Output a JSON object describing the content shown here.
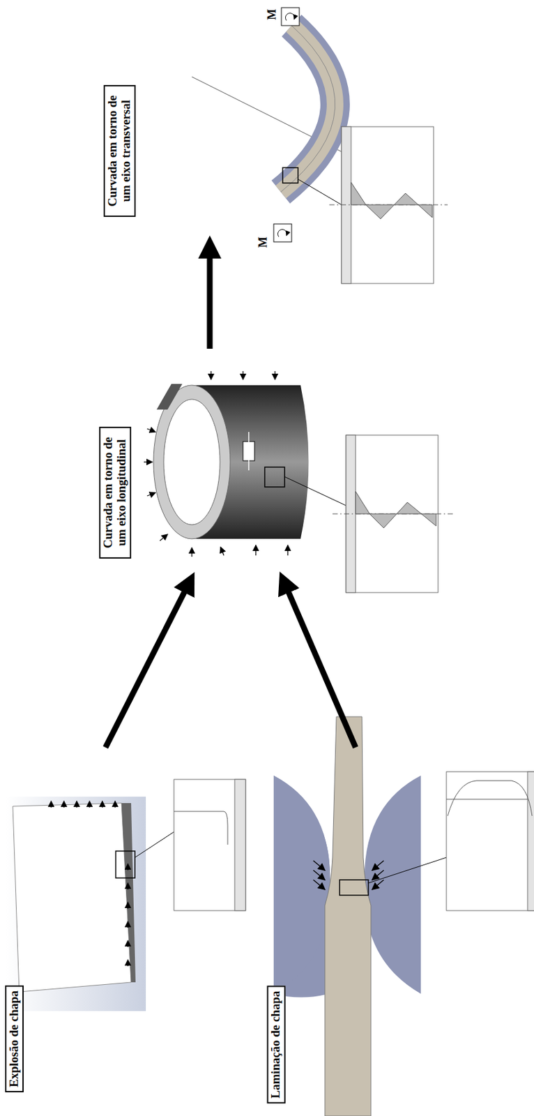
{
  "diagram": {
    "nodes": [
      {
        "text": [
          "Explosão de chapa"
        ]
      },
      {
        "text": [
          "Laminação de chapa"
        ]
      },
      {
        "text": [
          "Curvada em torno de um eixo longitudinal"
        ]
      },
      {
        "text": [
          "Curvada em torno de um eixo transversal"
        ]
      }
    ],
    "edges": [
      {
        "from": 0,
        "to": 2,
        "arrow": "to"
      },
      {
        "from": 1,
        "to": 2,
        "arrow": "to"
      },
      {
        "from": 2,
        "to": 3,
        "arrow": "to"
      }
    ],
    "labels": [
      "M",
      "M"
    ]
  }
}
